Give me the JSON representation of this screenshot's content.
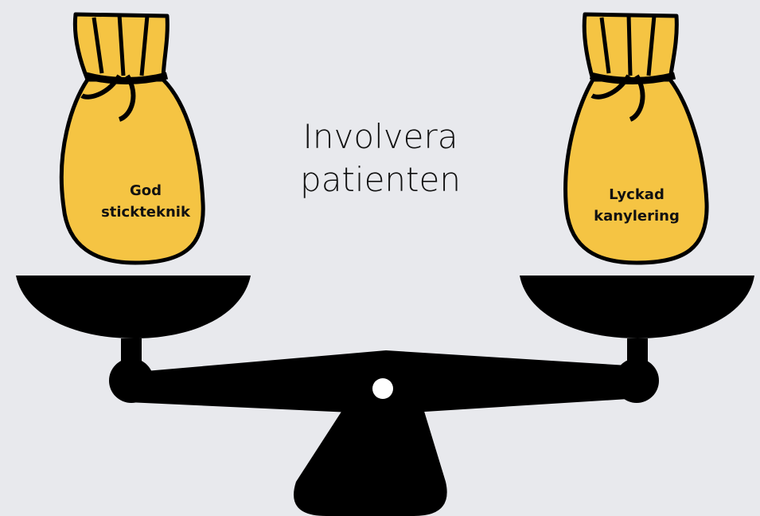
{
  "diagram": {
    "center_label": [
      "Involvera",
      "patienten"
    ],
    "left_bag": {
      "lines": [
        "God",
        "stickteknik"
      ]
    },
    "right_bag": {
      "lines": [
        "Lyckad",
        "kanylering"
      ]
    }
  },
  "colors": {
    "background": "#e8e9ed",
    "bag_fill": "#f5c443",
    "ink": "#000000",
    "pivot": "#ffffff"
  }
}
